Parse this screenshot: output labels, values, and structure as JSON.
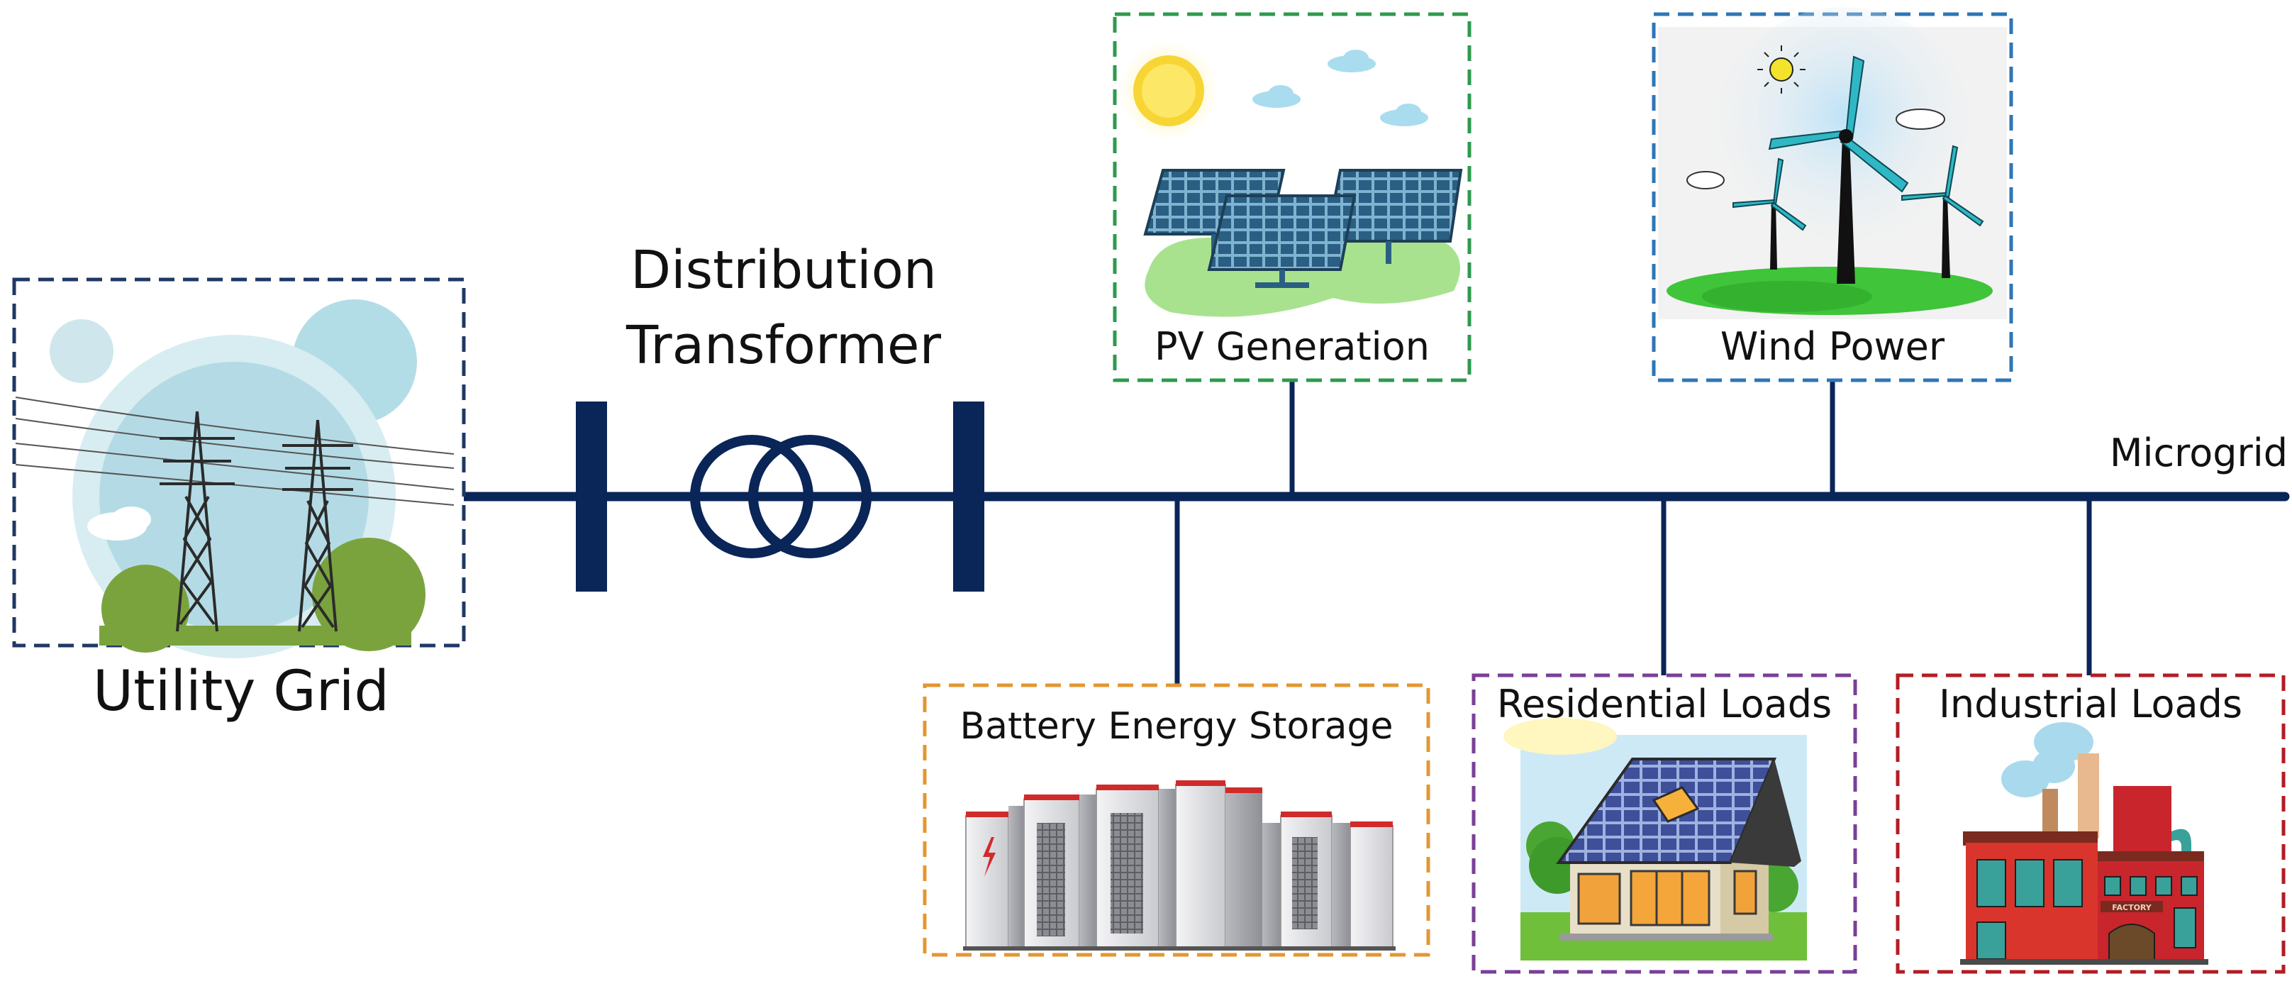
{
  "diagram": {
    "colors": {
      "bus": "#0a2557",
      "utility_border": "#1f3864",
      "pv_border": "#2e9a4e",
      "wind_border": "#2e75b6",
      "battery_border": "#e39732",
      "residential_border": "#7a3f98",
      "industrial_border": "#b31d24"
    },
    "labels": {
      "utility_grid": "Utility Grid",
      "transformer_line1": "Distribution",
      "transformer_line2": "Transformer",
      "pv": "PV Generation",
      "wind": "Wind Power",
      "microgrid": "Microgrid",
      "battery": "Battery Energy Storage",
      "residential": "Residential Loads",
      "industrial": "Industrial Loads",
      "factory_sign": "FACTORY"
    },
    "icons": {
      "utility": "transmission-towers-icon",
      "transformer": "transformer-symbol-icon",
      "pv": "solar-panels-icon",
      "wind": "wind-turbines-icon",
      "battery": "battery-cabinets-icon",
      "residential": "house-icon",
      "industrial": "factory-icon"
    }
  }
}
